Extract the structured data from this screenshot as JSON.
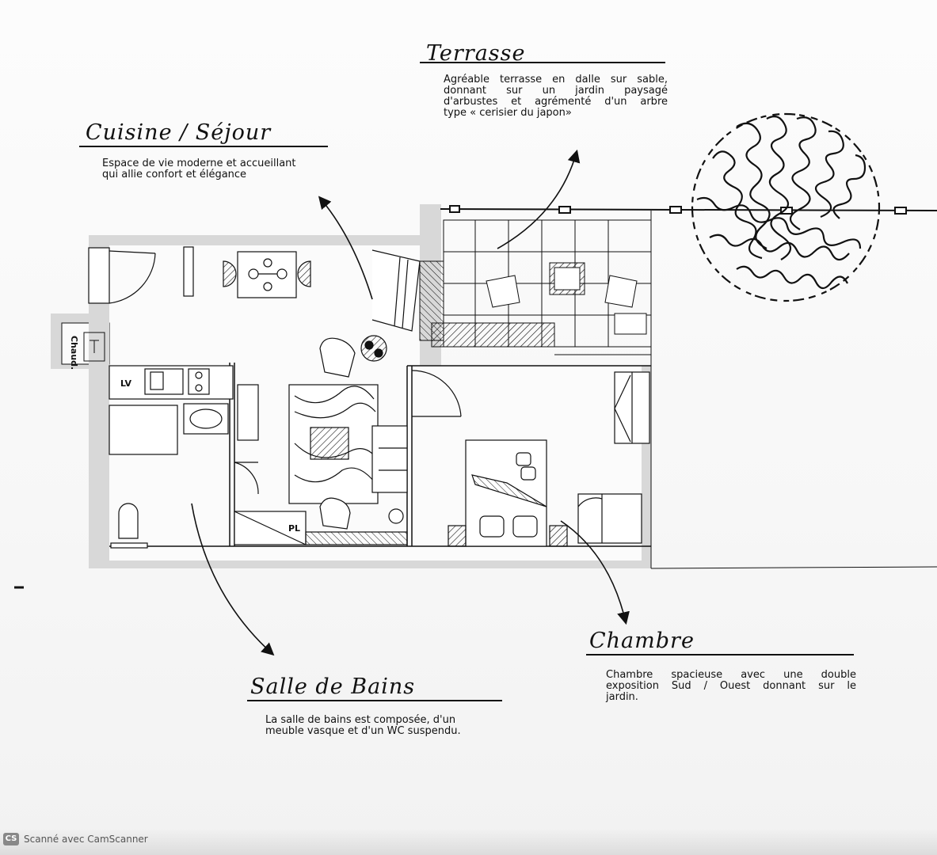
{
  "sections": {
    "terrasse": {
      "title": "Terrasse",
      "lines": [
        "Agréable terrasse en dalle sur sable,",
        "donnant sur un jardin paysagé",
        "d'arbustes et agrémenté d'un arbre",
        "type « cerisier du japon»"
      ]
    },
    "cuisine": {
      "title": "Cuisine / Séjour",
      "lines": [
        "Espace de vie moderne et accueillant",
        "qui allie confort et élégance"
      ]
    },
    "chambre": {
      "title": "Chambre",
      "lines": [
        "Chambre spacieuse avec une double",
        "exposition Sud / Ouest donnant sur le",
        "jardin."
      ]
    },
    "salle_de_bains": {
      "title": "Salle de Bains",
      "lines": [
        "La salle de bains est composée, d'un",
        "meuble vasque et d'un WC suspendu."
      ]
    }
  },
  "plan_labels": {
    "lv": "LV",
    "pl": "PL",
    "chaud": "Chaud."
  },
  "watermark": {
    "badge": "CS",
    "text": "Scanné avec CamScanner"
  },
  "colors": {
    "ink": "#111111",
    "wall": "#d6d6d6",
    "paper": "#f8f8f8"
  }
}
